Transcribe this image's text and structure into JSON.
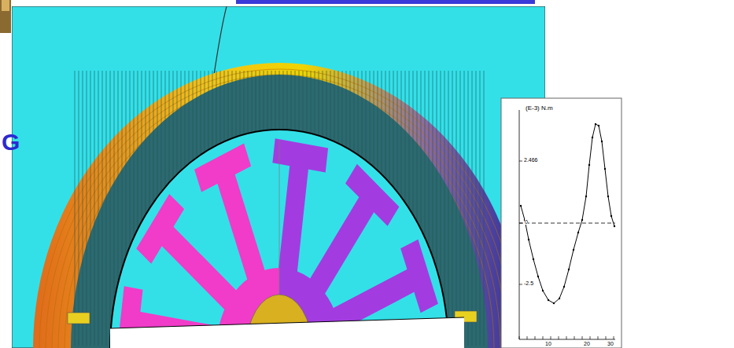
{
  "diagram": {
    "labels": [
      "G",
      "(E-3) N.m",
      "2.466",
      "0",
      "-2.5",
      "10",
      "20",
      "30"
    ]
  }
}
